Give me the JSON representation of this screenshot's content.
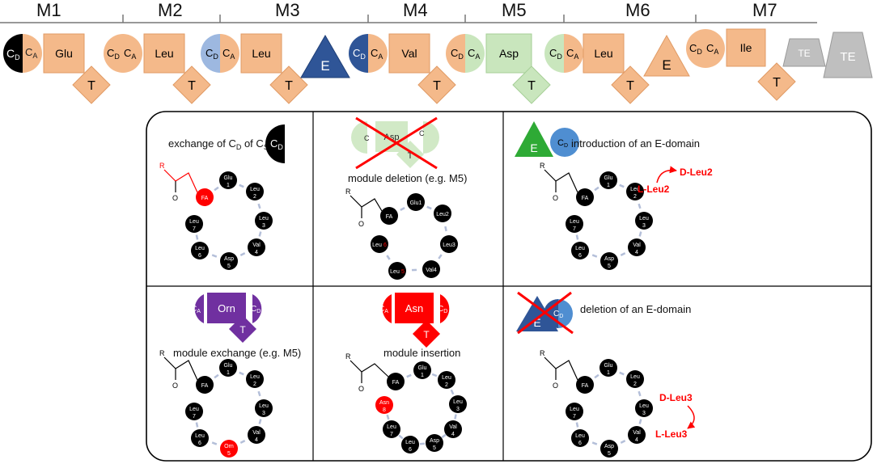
{
  "colors": {
    "orange": "#f4b98a",
    "orange_dark": "#e09a64",
    "blue": "#2f5597",
    "blue_light": "#9db8e0",
    "green": "#c9e6bd",
    "gray": "#bfbfbf",
    "black": "#000000",
    "red": "#ff0000",
    "purple": "#7030a0",
    "arrow": "#b4bfd9",
    "green_e": "#2eaa35",
    "blue_cd": "#4f8ed1"
  },
  "modules": [
    {
      "label": "M1"
    },
    {
      "label": "M2"
    },
    {
      "label": "M3"
    },
    {
      "label": "M4"
    },
    {
      "label": "M5"
    },
    {
      "label": "M6"
    },
    {
      "label": "M7"
    }
  ],
  "domains": {
    "cd": "C",
    "cd_sub": "D",
    "ca": "C",
    "ca_sub": "A",
    "t": "T",
    "e": "E",
    "te": "TE",
    "glu": "Glu",
    "leu": "Leu",
    "val": "Val",
    "asp": "Asp",
    "ile": "Ile",
    "orn": "Orn",
    "asn": "Asn"
  },
  "panels": {
    "p1": {
      "title": "exchange of C",
      "title_sub": "D",
      "title_mid": " of C",
      "title_sub2": "S"
    },
    "p2": {
      "title": "module deletion (e.g. M5)"
    },
    "p3": {
      "title": "introduction of an E-domain",
      "new_label": "L-Leu2",
      "new_label2": "D-Leu2"
    },
    "p4": {
      "title": "module exchange (e.g. M5)"
    },
    "p5": {
      "title": "module insertion"
    },
    "p6": {
      "title": "deletion of an E-domain",
      "new_label": "D-Leu3",
      "new_label2": "L-Leu3"
    }
  },
  "peptide": {
    "r": "R",
    "o": "O",
    "fa": "FA",
    "glu": [
      "Glu",
      "1"
    ],
    "leu2": [
      "Leu",
      "2"
    ],
    "leu3": [
      "Leu",
      "3"
    ],
    "val4": [
      "Val",
      "4"
    ],
    "asp5": [
      "Asp",
      "5"
    ],
    "leu6": [
      "Leu",
      "6"
    ],
    "leu7": [
      "Leu",
      "7"
    ],
    "orn5": [
      "Orn",
      "5"
    ],
    "asn8": [
      "Asn",
      "8"
    ],
    "del_glu": "Glu1",
    "del_leu2": "Leu2",
    "del_leu3": "Leu3",
    "del_val4": "Val4",
    "del_leu5": [
      "Leu",
      "5"
    ],
    "del_leu6": [
      "Leu",
      "6"
    ]
  }
}
